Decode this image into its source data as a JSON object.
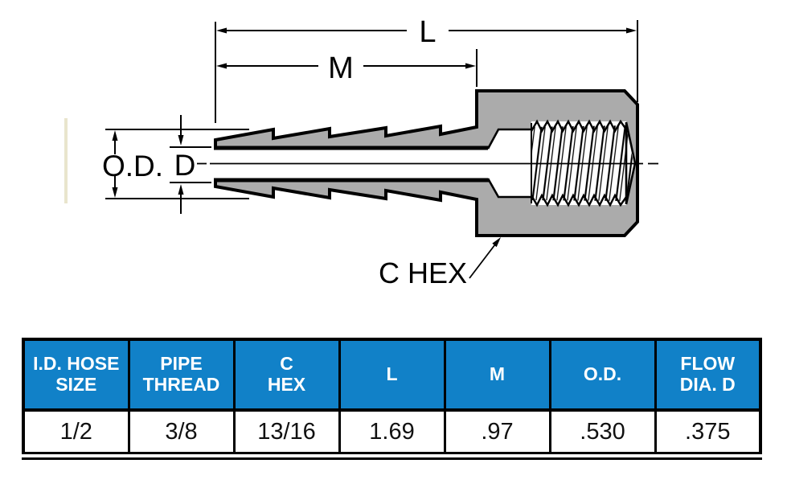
{
  "diagram": {
    "labels": {
      "length_l": "L",
      "length_m": "M",
      "outer_diameter": "O.D.",
      "flow_diameter": "D",
      "c_hex": "C HEX"
    },
    "colors": {
      "metal_fill": "#ababab",
      "outline": "#000000",
      "artifact": "#e9e5cd"
    }
  },
  "table": {
    "header_bg": "#1181c8",
    "header_text_color": "#ffffff",
    "headers": [
      "I.D. HOSE\nSIZE",
      "PIPE\nTHREAD",
      "C\nHEX",
      "L",
      "M",
      "O.D.",
      "FLOW\nDIA. D"
    ],
    "rows": [
      [
        "1/2",
        "3/8",
        "13/16",
        "1.69",
        ".97",
        ".530",
        ".375"
      ]
    ]
  }
}
